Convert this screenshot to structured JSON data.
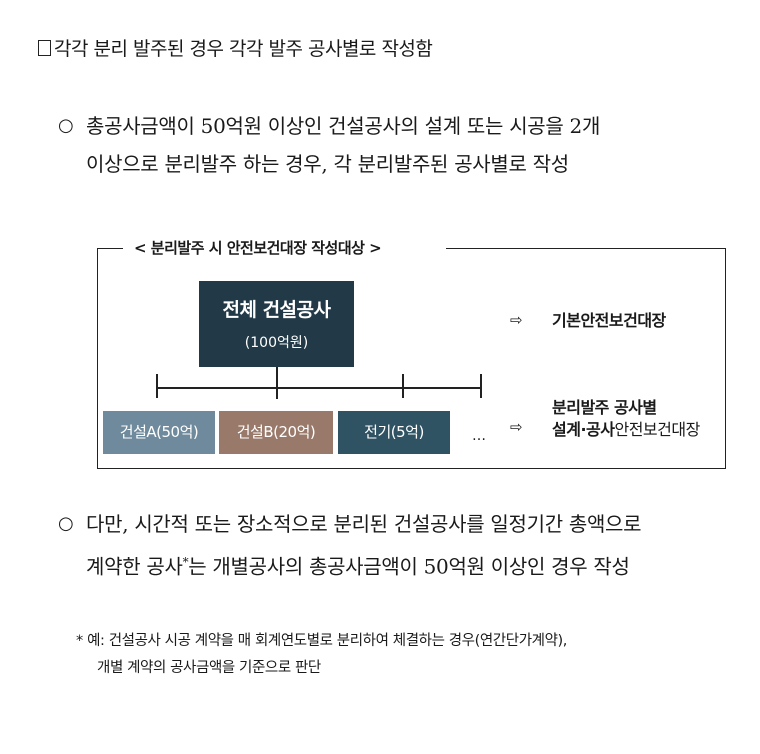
{
  "heading": "각각 분리 발주된 경우 각각 발주 공사별로 작성함",
  "para1": {
    "bullet": "○",
    "line1": "총공사금액이 50억원 이상인 건설공사의 설계 또는 시공을 2개",
    "line2": "이상으로 분리발주 하는 경우, 각 분리발주된 공사별로 작성"
  },
  "diagram": {
    "title": "< 분리발주 시 안전보건대장 작성대상 >",
    "main_box": {
      "title": "전체 건설공사",
      "amount": "(100억원)"
    },
    "sub_boxes": [
      {
        "label": "건설A(50억)",
        "color": "#6f8a9c"
      },
      {
        "label": "건설B(20억)",
        "color": "#98796a"
      },
      {
        "label": "전기(5억)",
        "color": "#2f5363"
      }
    ],
    "ellipsis": "…",
    "arrow": "⇨",
    "label_top": "기본안전보건대장",
    "label_bottom_line1": "분리발주 공사별",
    "label_bottom_line2_bold": "설계·공사",
    "label_bottom_line2_rest": "안전보건대장"
  },
  "para2": {
    "bullet": "○",
    "line1": "다만, 시간적 또는 장소적으로 분리된 건설공사를 일정기간 총액으로",
    "line2_a": "계약한 공사",
    "line2_mark": "*",
    "line2_b": "는 개별공사의 총공사금액이 50억원 이상인 경우 작성"
  },
  "note": {
    "marker": "*",
    "line1": "예: 건설공사 시공 계약을 매 회계연도별로 분리하여 체결하는 경우(연간단가계약),",
    "line2": "개별 계약의 공사금액을 기준으로 판단"
  }
}
